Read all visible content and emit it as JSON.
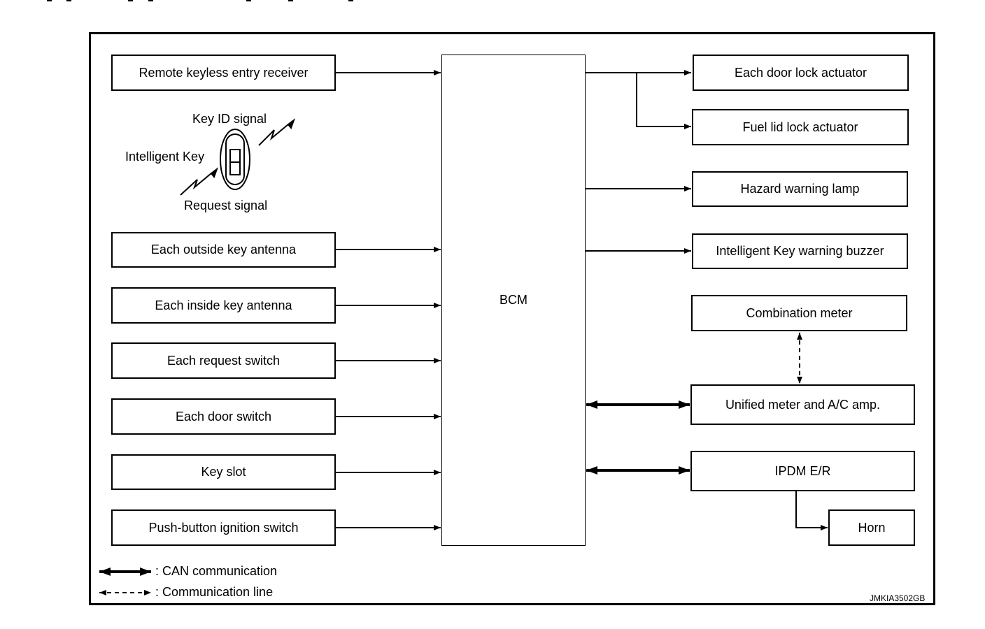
{
  "inputs": [
    "Remote keyless entry receiver",
    "Each outside key antenna",
    "Each inside key antenna",
    "Each request switch",
    "Each door switch",
    "Key slot",
    "Push-button ignition switch"
  ],
  "intelligent_key": {
    "label": "Intelligent Key",
    "key_id_signal": "Key ID signal",
    "request_signal": "Request signal"
  },
  "center": "BCM",
  "outputs": [
    "Each door lock actuator",
    "Fuel lid lock actuator",
    "Hazard warning lamp",
    "Intelligent Key warning buzzer",
    "Combination meter",
    "Unified meter and A/C amp.",
    "IPDM E/R",
    "Horn"
  ],
  "legend": {
    "can": ": CAN communication",
    "comm": ": Communication line"
  },
  "code": "JMKIA3502GB"
}
